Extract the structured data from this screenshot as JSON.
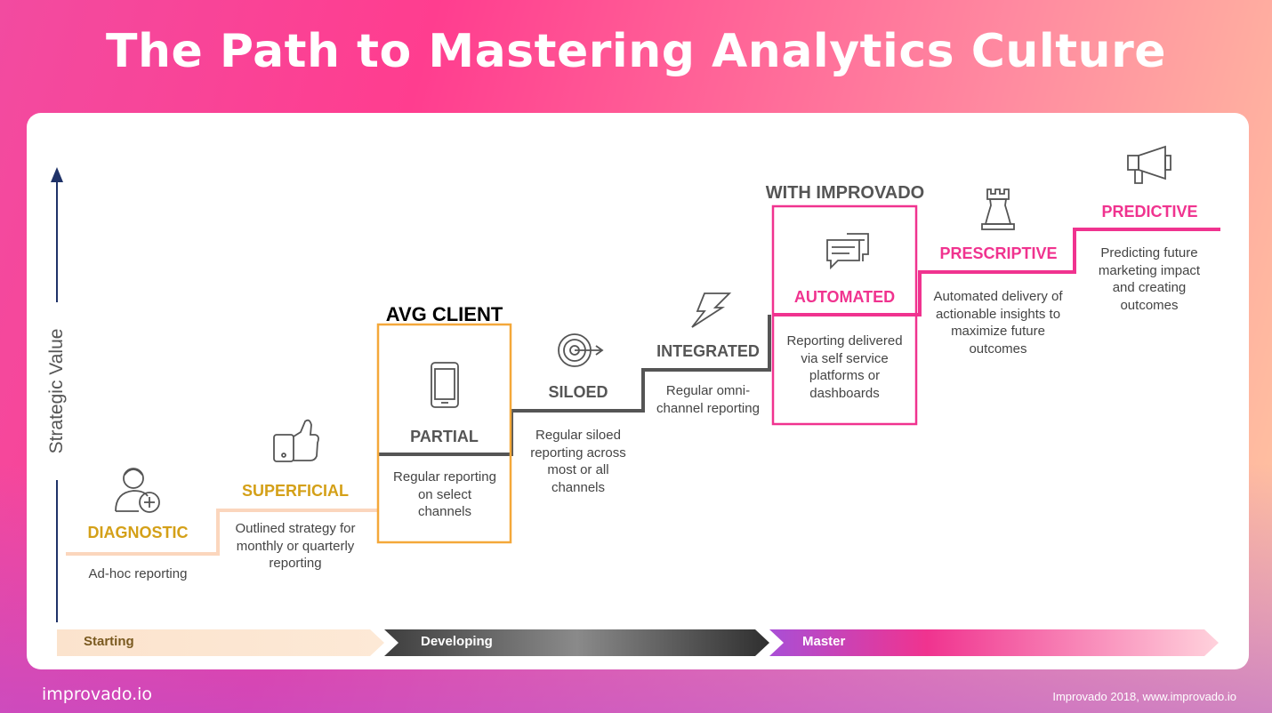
{
  "title": "The Path to Mastering Analytics Culture",
  "axis": {
    "label": "Strategic Value"
  },
  "callouts": {
    "avg_client": "AVG CLIENT",
    "with_improvado": "WITH IMPROVADO"
  },
  "steps": [
    {
      "label": "DIAGNOSTIC",
      "description": "Ad-hoc reporting",
      "icon": "user-add-icon",
      "color": "#d4a018"
    },
    {
      "label": "SUPERFICIAL",
      "description": "Outlined strategy for monthly or quarterly reporting",
      "icon": "thumbs-up-icon",
      "color": "#d4a018"
    },
    {
      "label": "PARTIAL",
      "description": "Regular reporting on select channels",
      "icon": "smartphone-icon",
      "color": "#555555"
    },
    {
      "label": "SILOED",
      "description": "Regular siloed reporting across most or all channels",
      "icon": "target-icon",
      "color": "#555555"
    },
    {
      "label": "INTEGRATED",
      "description": "Regular omni-channel reporting",
      "icon": "lightning-icon",
      "color": "#555555"
    },
    {
      "label": "AUTOMATED",
      "description": "Reporting delivered via self service platforms or dashboards",
      "icon": "chat-bubbles-icon",
      "color": "#f0338f"
    },
    {
      "label": "PRESCRIPTIVE",
      "description": "Automated delivery of actionable insights to maximize future outcomes",
      "icon": "chess-rook-icon",
      "color": "#f0338f"
    },
    {
      "label": "PREDICTIVE",
      "description": "Predicting future marketing impact and creating outcomes",
      "icon": "megaphone-icon",
      "color": "#f0338f"
    }
  ],
  "stages": [
    {
      "label": "Starting"
    },
    {
      "label": "Developing"
    },
    {
      "label": "Master"
    }
  ],
  "footer": {
    "brand": "improvado.io",
    "credit": "Improvado 2018, www.improvado.io"
  }
}
